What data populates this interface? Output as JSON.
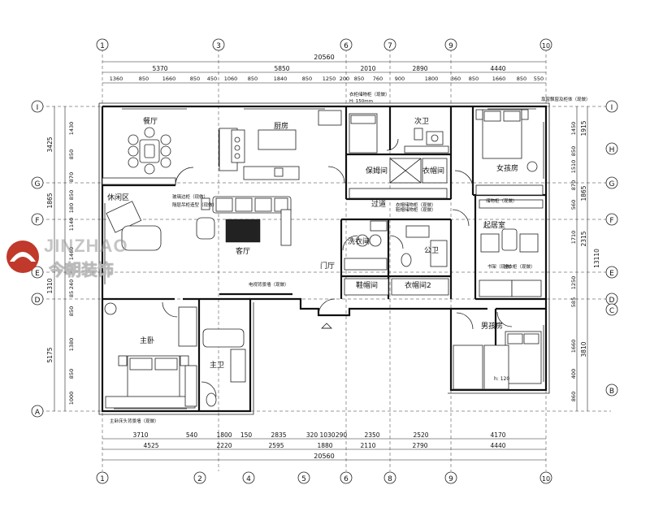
{
  "overall_top": "20560",
  "overall_bottom": "20560",
  "top_axes": [
    "1",
    "3",
    "6",
    "7",
    "9",
    "10"
  ],
  "bottom_axes": [
    "1",
    "2",
    "4",
    "5",
    "6",
    "8",
    "9",
    "10"
  ],
  "left_axes": [
    "I",
    "H",
    "G",
    "F",
    "E",
    "D",
    "A"
  ],
  "right_axes": [
    "I",
    "H",
    "G",
    "F",
    "E",
    "D",
    "C",
    "B"
  ],
  "top_dims_row1": [
    "5370",
    "5850",
    "2010",
    "2890",
    "4440"
  ],
  "top_dims_row2": [
    "1360",
    "850",
    "1660",
    "850",
    "450",
    "1060",
    "850",
    "1840",
    "850",
    "1250",
    "200",
    "850",
    "760",
    "900",
    "1800",
    "360",
    "850",
    "1660",
    "850",
    "550"
  ],
  "bottom_dims_row1": [
    "3710",
    "540",
    "1800",
    "150",
    "2835",
    "320",
    "1030",
    "290",
    "2350",
    "2520",
    "4170"
  ],
  "bottom_dims_row2": [
    "4525",
    "2220",
    "2595",
    "1880",
    "2110",
    "2790",
    "4440"
  ],
  "left_dims_outer": [
    "3425",
    "1865",
    "1310",
    "5175"
  ],
  "left_dims_inner": [
    "1430",
    "850",
    "870",
    "850",
    "180",
    "1140",
    "1460",
    "240",
    "85",
    "850",
    "1380",
    "850",
    "1000"
  ],
  "right_dims_outer": [
    "1915",
    "1865",
    "2315",
    "13110",
    "3810"
  ],
  "right_dims_inner": [
    "1450",
    "850",
    "1510",
    "870",
    "560",
    "1710",
    "1250",
    "585",
    "1660",
    "400",
    "860"
  ],
  "rooms": {
    "dining": "餐厅",
    "kitchen": "厨房",
    "leisure": "休闲区",
    "living": "客厅",
    "foyer": "门厅",
    "nanny": "保姆间",
    "cloak": "衣帽间",
    "corridor": "过道",
    "secondary_bath": "次卫",
    "girl_room": "女孩房",
    "sitting_room": "起居室",
    "laundry": "洗衣间",
    "public_bath": "公卫",
    "shoe_room": "鞋帽间",
    "cloak2": "衣帽间2",
    "master_bed": "主卧",
    "master_bath": "主卫",
    "boy_room": "男孩房"
  },
  "notes": {
    "n1": "玻璃边柜（现做）",
    "n2": "隔层吊柜造型（现做）",
    "n3": "电视背景墙（现做）",
    "n4": "主卧床头背景墙（现做）",
    "n5": "衣柜储物柜（现做）",
    "n6": "H: 150mm",
    "n7": "衣帽储物柜（现做）",
    "n8": "鞋帽储物柜（现做）",
    "n9": "储物柜（现做）",
    "n10": "挂衣柜（现做）",
    "n11": "书架（现做）",
    "n12": "靠窗飘窗及柜体（现做）",
    "n13": "h: 120"
  },
  "logo": {
    "brand": "JINZHAO",
    "cn": "今朝装饰"
  },
  "colors": {
    "line": "#111111",
    "logo_red": "#c0392b"
  }
}
